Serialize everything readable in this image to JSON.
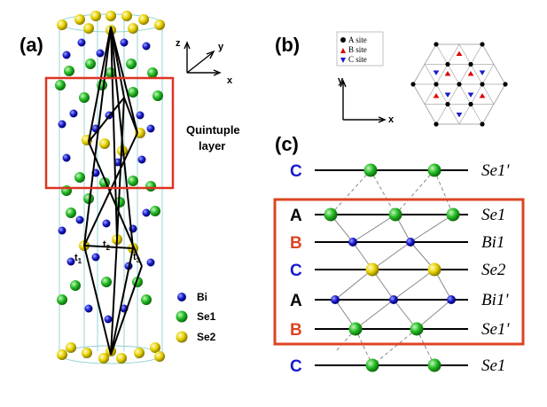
{
  "panels": {
    "a": {
      "label": "(a)"
    },
    "b": {
      "label": "(b)"
    },
    "c": {
      "label": "(c)"
    }
  },
  "axes_a": {
    "z": "z",
    "y": "y",
    "x": "x"
  },
  "axes_b": {
    "y": "y",
    "x": "x"
  },
  "quintuple_layer": {
    "line1": "Quintuple",
    "line2": "layer"
  },
  "hoppings": {
    "t1": "t",
    "t1_sub": "1",
    "t2": "t",
    "t2_sub": "2",
    "t3": "t",
    "t3_sub": "3"
  },
  "legend_a": [
    {
      "label": "Bi",
      "color": "#1a1acc"
    },
    {
      "label": "Se1",
      "color": "#22bb22"
    },
    {
      "label": "Se2",
      "color": "#e8d200"
    }
  ],
  "legend_b": [
    {
      "label": "A site",
      "color": "#000000",
      "shape": "circle"
    },
    {
      "label": "B site",
      "color": "#dd0000",
      "shape": "triangle-up"
    },
    {
      "label": "C site",
      "color": "#1a1acc",
      "shape": "triangle-down"
    }
  ],
  "stack_rows": [
    {
      "site": "C",
      "site_color": "#1a1acc",
      "atom": "Se1'"
    },
    {
      "site": "A",
      "site_color": "#000000",
      "atom": "Se1"
    },
    {
      "site": "B",
      "site_color": "#dd4422",
      "atom": "Bi1"
    },
    {
      "site": "C",
      "site_color": "#1a1acc",
      "atom": "Se2"
    },
    {
      "site": "A",
      "site_color": "#000000",
      "atom": "Bi1'"
    },
    {
      "site": "B",
      "site_color": "#dd4422",
      "atom": "Se1'"
    },
    {
      "site": "C",
      "site_color": "#1a1acc",
      "atom": "Se1"
    }
  ],
  "colors": {
    "frame": "#dd4422",
    "bi": "#1a1acc",
    "se1": "#22bb22",
    "se2": "#e8d200"
  }
}
